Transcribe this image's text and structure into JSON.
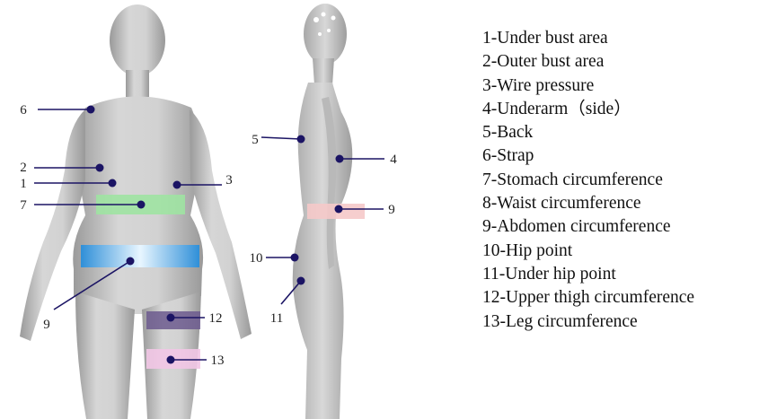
{
  "markers": [
    {
      "id": "m6",
      "label": "6"
    },
    {
      "id": "m2",
      "label": "2"
    },
    {
      "id": "m1",
      "label": "1"
    },
    {
      "id": "m3",
      "label": "3"
    },
    {
      "id": "m7",
      "label": "7"
    },
    {
      "id": "m9f",
      "label": "9"
    },
    {
      "id": "m12",
      "label": "12"
    },
    {
      "id": "m13",
      "label": "13"
    },
    {
      "id": "m5",
      "label": "5"
    },
    {
      "id": "m4",
      "label": "4"
    },
    {
      "id": "m9s",
      "label": "9"
    },
    {
      "id": "m10",
      "label": "10"
    },
    {
      "id": "m11",
      "label": "11"
    }
  ],
  "legend": [
    "1-Under bust area",
    "2-Outer bust area",
    "3-Wire pressure",
    "4-Underarm（side）",
    "5-Back",
    "6-Strap",
    "7-Stomach circumference",
    "8-Waist circumference",
    "9-Abdomen circumference",
    "10-Hip point",
    "11-Under hip point",
    "12-Upper thigh circumference",
    "13-Leg circumference"
  ],
  "colors": {
    "stomach_band": "#9fe3a2",
    "abdomen_band": "#3aa0e6",
    "upper_thigh_band": "#6c5a8e",
    "leg_band": "#f2c6e6",
    "side_band": "#f5c9c9",
    "marker": "#1b1464",
    "body": "#c9c9c9"
  }
}
